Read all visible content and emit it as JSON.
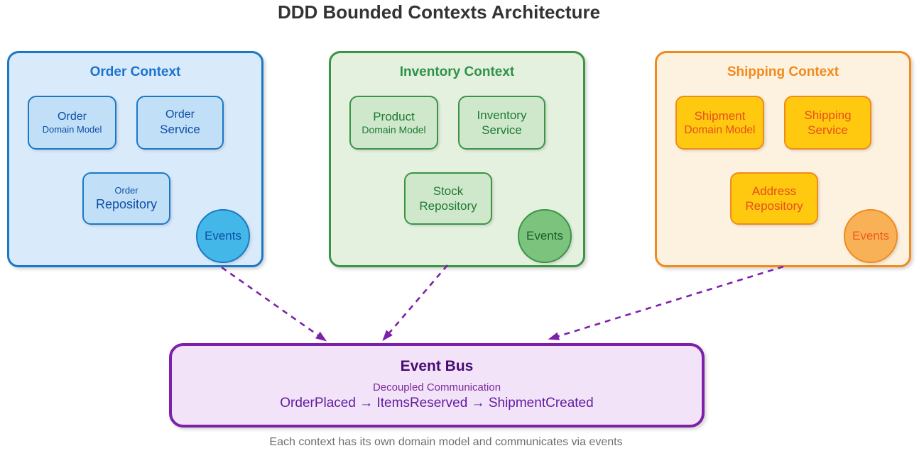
{
  "title": "DDD Bounded Contexts Architecture",
  "caption": "Each context has its own domain model and communicates via events",
  "contexts": [
    {
      "title": "Order Context",
      "domain_model": {
        "line1": "Order",
        "line2": "Domain Model"
      },
      "service": {
        "line1": "Order",
        "line2": "Service"
      },
      "repository": {
        "line1": "Order",
        "line2": "Repository"
      },
      "events_label": "Events",
      "colors": {
        "fill": "#d9eafb",
        "border": "#1a78c8",
        "title": "#1a73cf",
        "node_fill": "#c2dff8",
        "node_text": "#0d4fa5",
        "events_fill": "#43b7e8"
      }
    },
    {
      "title": "Inventory Context",
      "domain_model": {
        "line1": "Product",
        "line2": "Domain Model"
      },
      "service": {
        "line1": "Inventory",
        "line2": "Service"
      },
      "repository": {
        "line1": "Stock",
        "line2": "Repository"
      },
      "events_label": "Events",
      "colors": {
        "fill": "#e4f1df",
        "border": "#3b9444",
        "title": "#2e9247",
        "node_fill": "#cfe8cb",
        "node_text": "#1f7a33",
        "events_fill": "#7cc47e"
      }
    },
    {
      "title": "Shipping Context",
      "domain_model": {
        "line1": "Shipment",
        "line2": "Domain Model"
      },
      "service": {
        "line1": "Shipping",
        "line2": "Service"
      },
      "repository": {
        "line1": "Address",
        "line2": "Repository"
      },
      "events_label": "Events",
      "colors": {
        "fill": "#fdf2df",
        "border": "#f18a1d",
        "title": "#f18a1d",
        "node_fill": "#fec90f",
        "node_text": "#e94e1d",
        "events_fill": "#f9b158"
      }
    }
  ],
  "event_bus": {
    "title": "Event Bus",
    "subtitle": "Decoupled Communication",
    "flow": "OrderPlaced → ItemsReserved → ShipmentCreated",
    "colors": {
      "fill": "#f2e3f8",
      "border": "#7d21a8",
      "title": "#470d72",
      "subtitle": "#7b2b9b",
      "flow": "#5f1b9e"
    }
  },
  "arrow_color": "#7d21a8",
  "title_color": "#333333",
  "caption_color": "#6d6e71"
}
